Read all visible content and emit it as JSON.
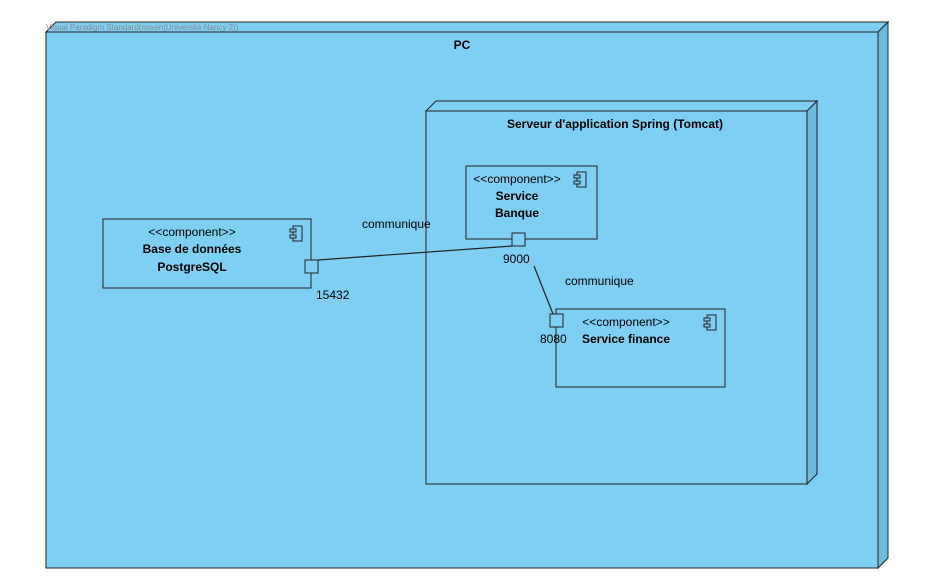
{
  "watermark": "Visual Paradigm Standard(rowen(Université Nancy 2))",
  "colors": {
    "node_fill": "#7fcff3",
    "node_side": "#6fb9da",
    "stroke": "#222222"
  },
  "pc_node": {
    "title": "PC"
  },
  "server_node": {
    "title": "Serveur d'application Spring (Tomcat)"
  },
  "components": {
    "database": {
      "stereotype": "<<component>>",
      "name_line1": "Base de données",
      "name_line2": "PostgreSQL",
      "port_label": "15432"
    },
    "banque": {
      "stereotype": "<<component>>",
      "name_line1": "Service",
      "name_line2": "Banque",
      "port_label": "9000"
    },
    "finance": {
      "stereotype": "<<component>>",
      "name_line1": "Service finance",
      "port_label": "8080"
    }
  },
  "connectors": {
    "db_banque_label": "communique",
    "banque_finance_label": "communique"
  },
  "icons": {
    "component_icon": "component-icon"
  }
}
